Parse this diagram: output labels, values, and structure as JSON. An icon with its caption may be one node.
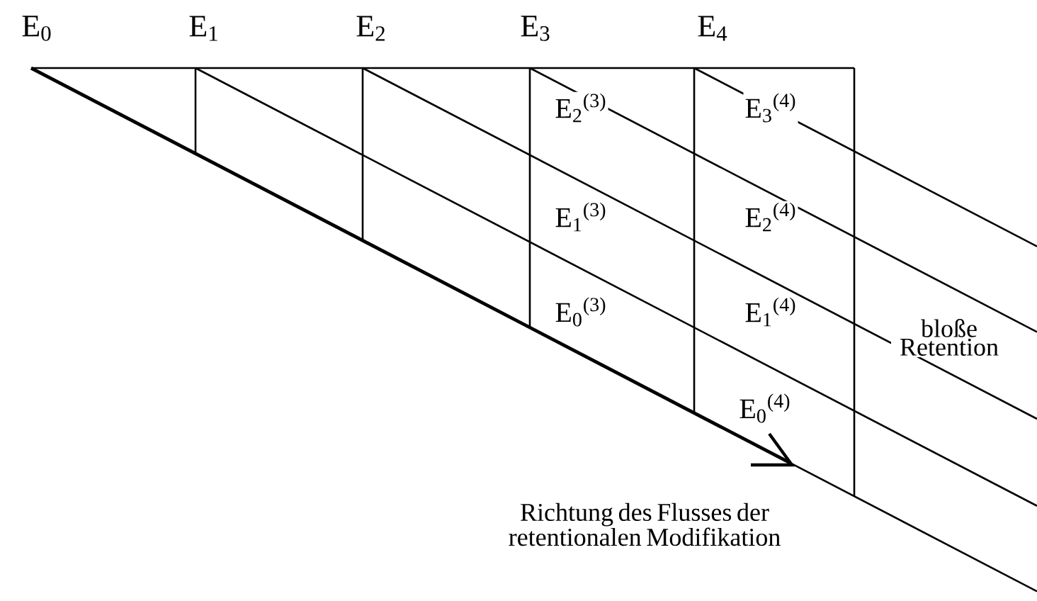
{
  "diagram": {
    "labels": [
      "E$_{0}$",
      "E$_{1}$",
      "E$_{2}$",
      "E$_{3}$",
      "E$_{4}$",
      "E$_{2}$$^{(3)}$",
      "E$_{3}$$^{(4)}$",
      "E$_{1}$$^{(3)}$",
      "E$_{2}$$^{(4)}$",
      "E$_{0}$$^{(3)}$",
      "E$_{1}$$^{(4)}$",
      "bloße Retention",
      "E$_{0}$$^{(4)}$",
      "Richtung des Flusses der retentionalen Modifikation"
    ]
  }
}
